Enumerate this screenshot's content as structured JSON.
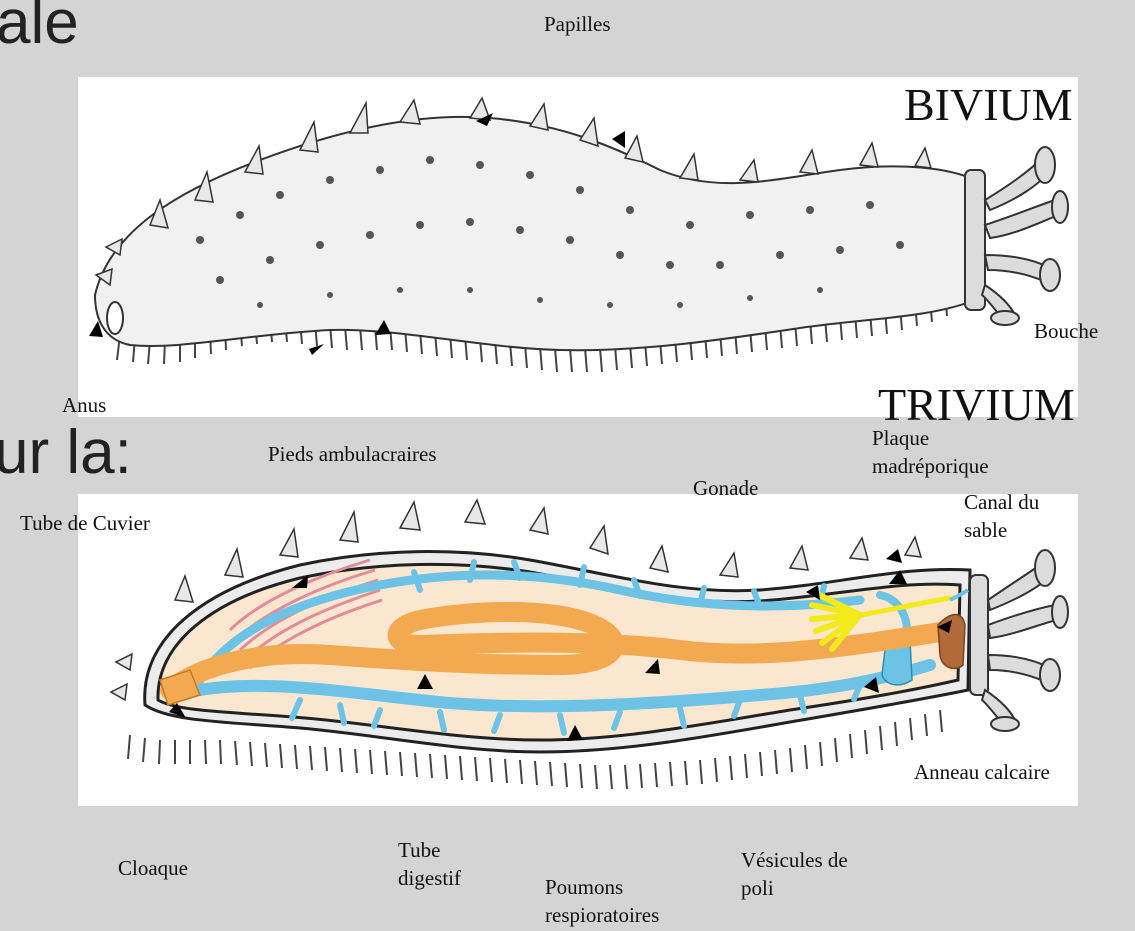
{
  "slide": {
    "top_fragment": "ale",
    "mid_fragment": "ur la:"
  },
  "views": {
    "top": "BIVIUM",
    "bottom": "TRIVIUM"
  },
  "labels": {
    "papilles": "Papilles",
    "bouche": "Bouche",
    "anus": "Anus",
    "pieds": "Pieds ambulacraires",
    "plaque": "Plaque\nmadréporique",
    "gonade": "Gonade",
    "canal": "Canal du\nsable",
    "cuvier": "Tube de Cuvier",
    "anneau": "Anneau calcaire",
    "cloaque": "Cloaque",
    "tube_digestif": "Tube\ndigestif",
    "poumons": "Poumons\nrespioratoires",
    "vesicules": "Vésicules de\npoli"
  },
  "colors": {
    "background": "#d4d4d4",
    "panel": "#ffffff",
    "body_fill": "#fbe6cf",
    "digestive_tube": "#f3a94f",
    "respiratory_trees": "#6cc3e6",
    "gonad": "#f2ea1a",
    "cuvier_tubules": "#e48b9a",
    "madreporite": "#b36a3a"
  }
}
